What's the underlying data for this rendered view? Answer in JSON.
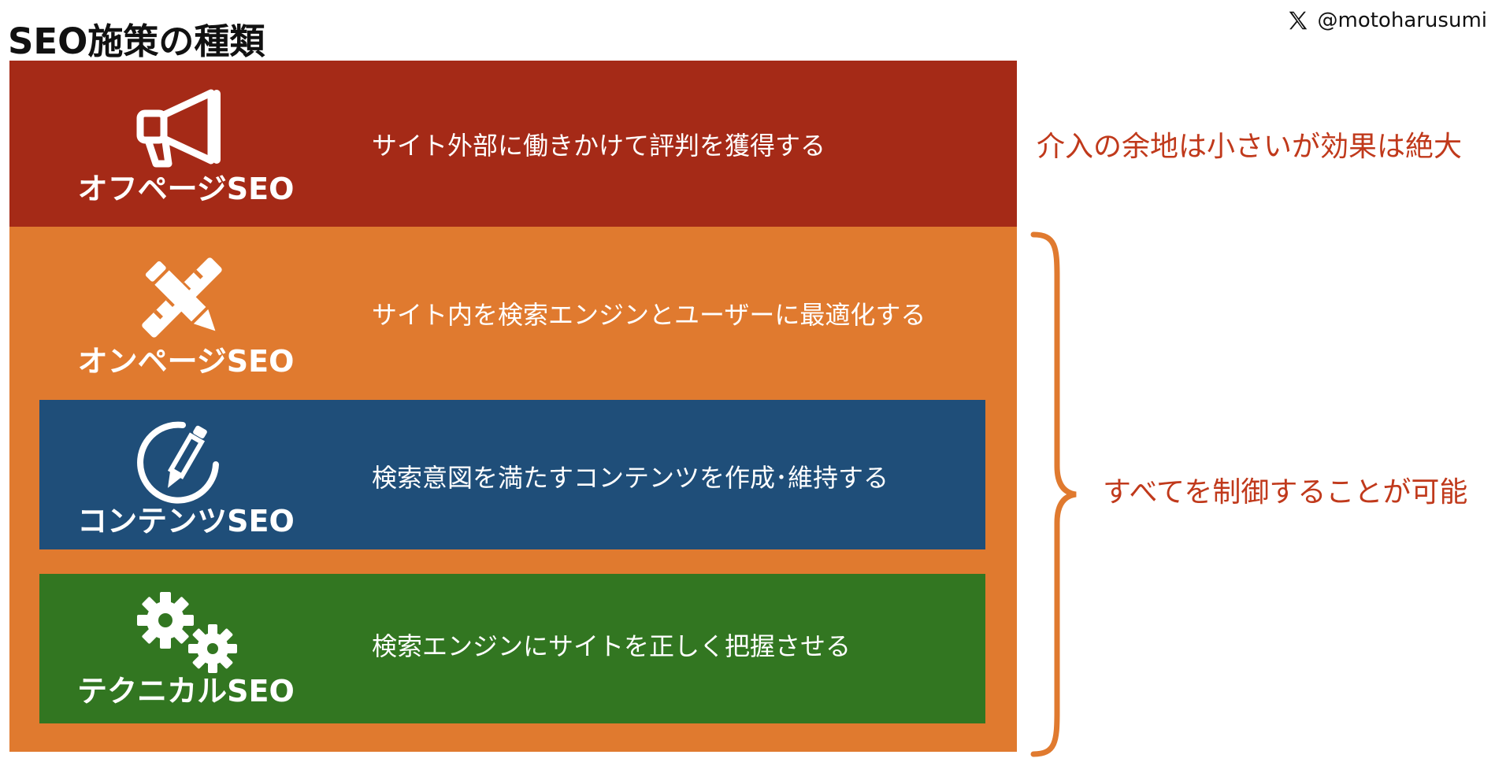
{
  "title": "SEO施策の種類",
  "handle": "@motoharusumi",
  "categories": {
    "offpage": {
      "label": "オフページSEO",
      "description": "サイト外部に働きかけて評判を獲得する",
      "icon": "megaphone-icon",
      "color": "#a52a17"
    },
    "onpage": {
      "label": "オンページSEO",
      "description": "サイト内を検索エンジンとユーザーに最適化する",
      "icon": "pencil-ruler-icon",
      "color": "#e07a2f"
    },
    "content": {
      "label": "コンテンツSEO",
      "description": "検索意図を満たすコンテンツを作成･維持する",
      "icon": "edit-circle-icon",
      "color": "#1f4e79"
    },
    "technical": {
      "label": "テクニカルSEO",
      "description": "検索エンジンにサイトを正しく把握させる",
      "icon": "gears-icon",
      "color": "#327621"
    }
  },
  "notes": {
    "offpage": "介入の余地は小さいが効果は絶大",
    "onpage": "すべてを制御することが可能"
  },
  "colors": {
    "note_text": "#c0391b",
    "brace": "#e07a2f"
  }
}
